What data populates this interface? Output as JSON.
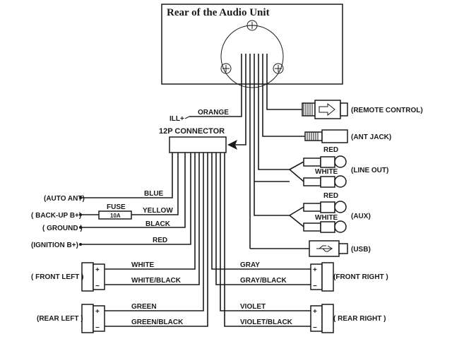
{
  "unit": {
    "title": "Rear of the Audio Unit"
  },
  "connector": {
    "label": "12P CONNECTOR"
  },
  "fuse": {
    "label": "FUSE",
    "rating": "10A"
  },
  "wires": {
    "ill": {
      "terminal": "ILL+",
      "color": "ORANGE"
    },
    "auto_ant": {
      "terminal": "(AUTO ANT)",
      "color": "BLUE"
    },
    "backup": {
      "terminal": "( BACK-UP  B+)",
      "color": "YELLOW"
    },
    "ground": {
      "terminal": "( GROUND )",
      "color": "BLACK"
    },
    "ignition": {
      "terminal": "(IGNITION B+)",
      "color": "RED"
    },
    "front_left_pos": {
      "color": "WHITE"
    },
    "front_left_neg": {
      "color": "WHITE/BLACK"
    },
    "front_right_pos": {
      "color": "GRAY"
    },
    "front_right_neg": {
      "color": "GRAY/BLACK"
    },
    "rear_left_pos": {
      "color": "GREEN"
    },
    "rear_left_neg": {
      "color": "GREEN/BLACK"
    },
    "rear_right_pos": {
      "color": "VIOLET"
    },
    "rear_right_neg": {
      "color": "VIOLET/BLACK"
    }
  },
  "speakers": {
    "front_left": "( FRONT LEFT )",
    "front_right": "(FRONT RIGHT )",
    "rear_left": "(REAR LEFT )",
    "rear_right": "( REAR RIGHT )",
    "plus": "+",
    "minus": "−"
  },
  "jacks": {
    "remote_control": "(REMOTE CONTROL)",
    "ant_jack": "(ANT JACK)",
    "line_out": {
      "label": "(LINE OUT)",
      "red": "RED",
      "white": "WHITE"
    },
    "aux": {
      "label": "(AUX)",
      "red": "RED",
      "white": "WHITE"
    },
    "usb": "(USB)"
  }
}
